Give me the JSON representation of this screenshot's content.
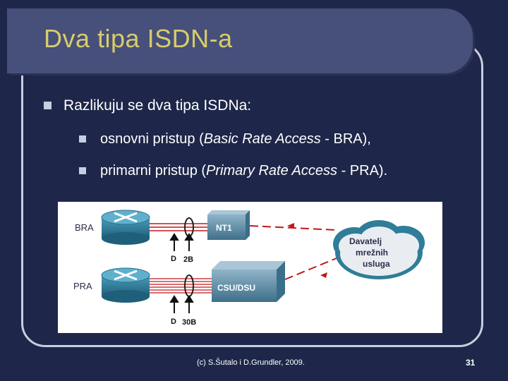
{
  "slide": {
    "title": "Dva tipa ISDN-a",
    "bullet_main": "Razlikuju se dva tipa ISDNa:",
    "sub1": {
      "lead": "osnovni pristup (",
      "italic": "Basic Rate Access",
      "tail": " - BRA),"
    },
    "sub2": {
      "lead": "primarni pristup (",
      "italic": "Primary Rate Access",
      "tail": " - PRA)."
    },
    "footer": "(c) S.Šutalo i D.Grundler, 2009.",
    "page_number": "31"
  },
  "diagram": {
    "bra_label": "BRA",
    "pra_label": "PRA",
    "nt1_label": "NT1",
    "csu_label": "CSU/DSU",
    "d_label_top": "D",
    "b_label_top": "2B",
    "d_label_bottom": "D",
    "b_label_bottom": "30B",
    "cloud_line1": "Davatelj",
    "cloud_line2": "mrežnih",
    "cloud_line3": "usluga"
  },
  "colors": {
    "background": "#1e2749",
    "title_bar": "#47507a",
    "title_text": "#d9cc6b",
    "line_red": "#c0181f",
    "router_blue": "#2f7d99"
  }
}
